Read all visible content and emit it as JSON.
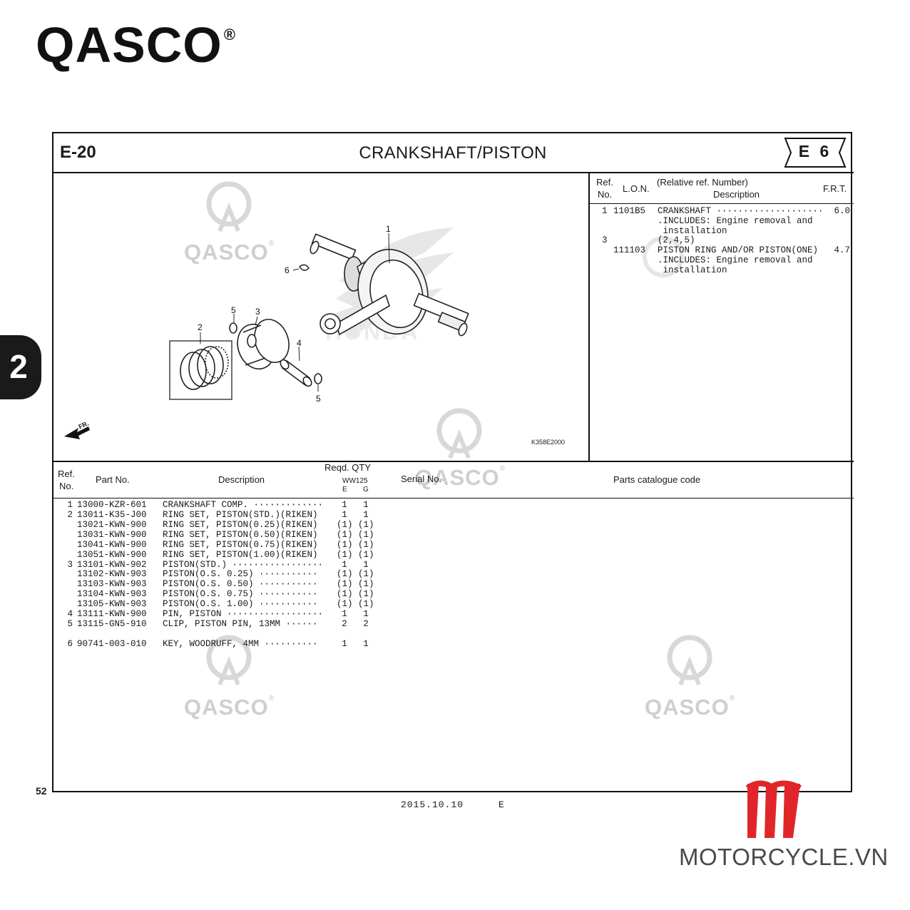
{
  "brand": {
    "logo_text": "QASCO",
    "logo_mark": "®"
  },
  "header": {
    "section_code": "E-20",
    "title": "CRANKSHAFT/PISTON",
    "badge": "E 6"
  },
  "figure": {
    "code": "K358E2000",
    "direction_label": "FR.",
    "callouts": [
      "1",
      "2",
      "3",
      "4",
      "5",
      "5",
      "6"
    ]
  },
  "info_table": {
    "headers": {
      "ref": "Ref.",
      "no": "No.",
      "lon": "L.O.N.",
      "relative": "(Relative ref. Number)",
      "description": "Description",
      "frt": "F.R.T."
    },
    "rows": [
      {
        "ref": "1",
        "lon": "1101B5",
        "desc": "CRANKSHAFT ····················",
        "frt": "6.0"
      },
      {
        "ref": "",
        "lon": "",
        "desc": ".INCLUDES: Engine removal and",
        "frt": ""
      },
      {
        "ref": "",
        "lon": "",
        "desc": " installation",
        "frt": ""
      },
      {
        "ref": "3",
        "lon": "",
        "desc": "(2,4,5)",
        "frt": ""
      },
      {
        "ref": "",
        "lon": "111103",
        "desc": "PISTON RING AND/OR PISTON(ONE)",
        "frt": "4.7"
      },
      {
        "ref": "",
        "lon": "",
        "desc": ".INCLUDES: Engine removal and",
        "frt": ""
      },
      {
        "ref": "",
        "lon": "",
        "desc": " installation",
        "frt": ""
      }
    ]
  },
  "parts_table": {
    "headers": {
      "ref": "Ref.",
      "no": "No.",
      "part_no": "Part No.",
      "description": "Description",
      "reqd_qty": "Reqd. QTY",
      "model": "WW125",
      "col_e": "E",
      "col_g": "G",
      "serial_no": "Serial No.",
      "catalogue_code": "Parts catalogue code"
    },
    "rows": [
      {
        "ref": "1",
        "part": "13000-KZR-601",
        "desc": "CRANKSHAFT COMP. ·············",
        "e": "1",
        "g": "1"
      },
      {
        "ref": "2",
        "part": "13011-K35-J00",
        "desc": "RING SET, PISTON(STD.)(RIKEN)",
        "e": "1",
        "g": "1"
      },
      {
        "ref": "",
        "part": "13021-KWN-900",
        "desc": "RING SET, PISTON(0.25)(RIKEN)",
        "e": "(1)",
        "g": "(1)"
      },
      {
        "ref": "",
        "part": "13031-KWN-900",
        "desc": "RING SET, PISTON(0.50)(RIKEN)",
        "e": "(1)",
        "g": "(1)"
      },
      {
        "ref": "",
        "part": "13041-KWN-900",
        "desc": "RING SET, PISTON(0.75)(RIKEN)",
        "e": "(1)",
        "g": "(1)"
      },
      {
        "ref": "",
        "part": "13051-KWN-900",
        "desc": "RING SET, PISTON(1.00)(RIKEN)",
        "e": "(1)",
        "g": "(1)"
      },
      {
        "ref": "3",
        "part": "13101-KWN-902",
        "desc": "PISTON(STD.) ·················",
        "e": "1",
        "g": "1"
      },
      {
        "ref": "",
        "part": "13102-KWN-903",
        "desc": "PISTON(O.S. 0.25) ···········",
        "e": "(1)",
        "g": "(1)"
      },
      {
        "ref": "",
        "part": "13103-KWN-903",
        "desc": "PISTON(O.S. 0.50) ···········",
        "e": "(1)",
        "g": "(1)"
      },
      {
        "ref": "",
        "part": "13104-KWN-903",
        "desc": "PISTON(O.S. 0.75) ···········",
        "e": "(1)",
        "g": "(1)"
      },
      {
        "ref": "",
        "part": "13105-KWN-903",
        "desc": "PISTON(O.S. 1.00) ···········",
        "e": "(1)",
        "g": "(1)"
      },
      {
        "ref": "4",
        "part": "13111-KWN-900",
        "desc": "PIN, PISTON ··················",
        "e": "1",
        "g": "1"
      },
      {
        "ref": "5",
        "part": "13115-GN5-910",
        "desc": "CLIP, PISTON PIN, 13MM ······",
        "e": "2",
        "g": "2"
      },
      {
        "ref": "6",
        "part": "90741-003-010",
        "desc": "KEY, WOODRUFF, 4MM ··········",
        "e": "1",
        "g": "1"
      }
    ]
  },
  "side_tab": "2",
  "footer": {
    "page_number": "52",
    "date": "2015.10.10",
    "edition": "E"
  },
  "watermark": {
    "text": "QASCO",
    "mark": "®"
  },
  "dealer_logo": {
    "text": "MOTORCYCLE.VN",
    "color": "#e1262b"
  }
}
